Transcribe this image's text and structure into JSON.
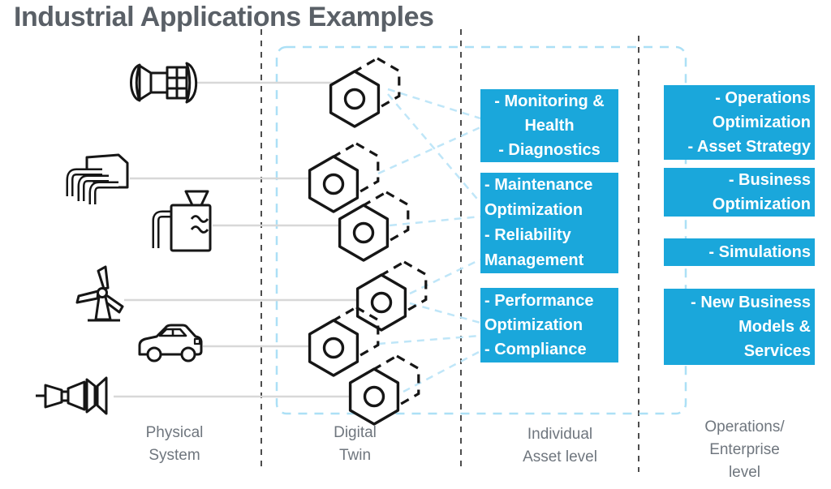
{
  "title": "Industrial Applications Examples",
  "colors": {
    "accent_blue": "#1AA7DB",
    "title_text": "#5A6067",
    "label_text": "#6F767E",
    "connector_gray": "#D8D8D8",
    "connector_blue_dashed": "#BFE6F8",
    "divider_gray": "#4D4D4D",
    "icon_stroke": "#161616"
  },
  "column_labels": [
    {
      "label": "Physical\nSystem"
    },
    {
      "label": "Digital\nTwin"
    },
    {
      "label": "Individual\nAsset level"
    },
    {
      "label": "Operations/\nEnterprise\nlevel"
    }
  ],
  "physical_system": {
    "icons": [
      {
        "name": "jet-engine-icon"
      },
      {
        "name": "engine-manifold-icon"
      },
      {
        "name": "boiler-icon"
      },
      {
        "name": "wind-turbine-icon"
      },
      {
        "name": "car-icon"
      },
      {
        "name": "steam-turbine-icon"
      }
    ]
  },
  "digital_twin": {
    "icon": "hexagon-twin-icon",
    "count": 6
  },
  "asset_level_boxes": [
    {
      "text": "- Monitoring &\nHealth\n- Diagnostics"
    },
    {
      "text": "- Maintenance\nOptimization\n- Reliability\nManagement"
    },
    {
      "text": "- Performance\nOptimization\n- Compliance"
    }
  ],
  "enterprise_level_boxes": [
    {
      "text": "- Operations\nOptimization\n- Asset Strategy"
    },
    {
      "text": "- Business\nOptimization"
    },
    {
      "text": "- Simulations"
    },
    {
      "text": "- New Business\nModels &\nServices"
    }
  ]
}
